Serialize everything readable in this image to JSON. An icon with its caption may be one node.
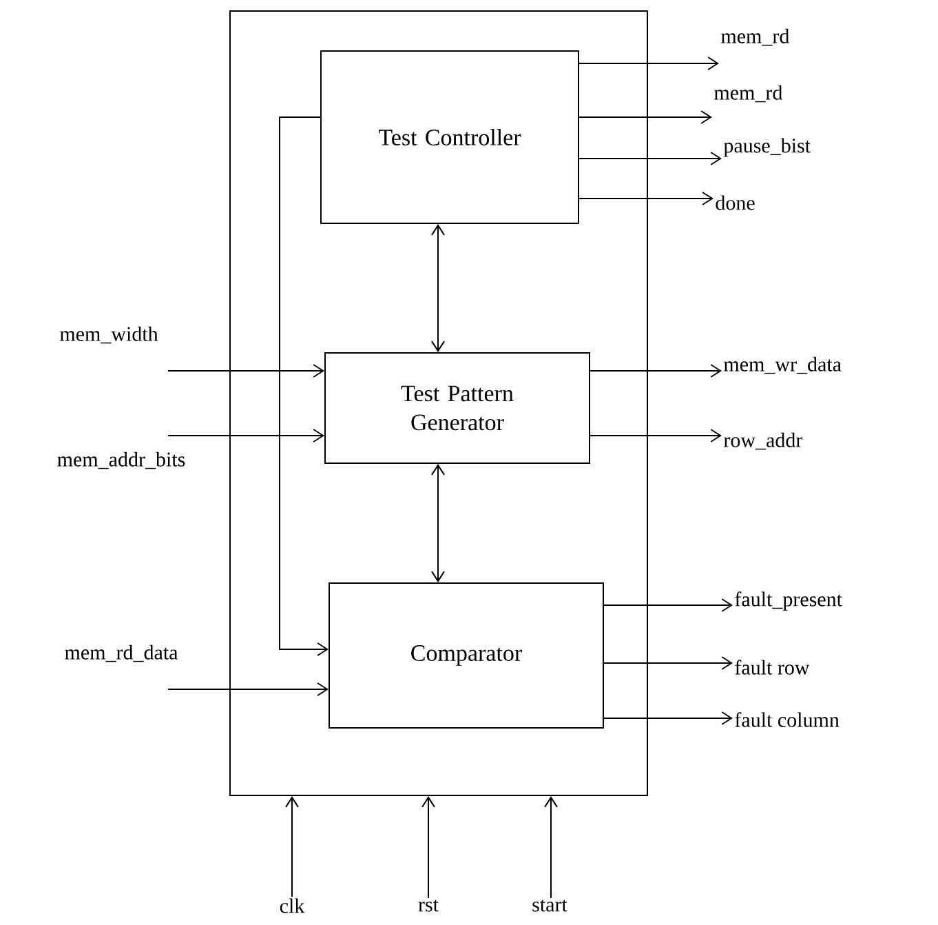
{
  "diagram": {
    "nodes": [
      {
        "text": [],
        "shape": "box"
      },
      {
        "text": [
          "Test Controller"
        ],
        "in": 0
      },
      {
        "text": [
          "Test Pattern Generator"
        ],
        "in": 0
      },
      {
        "text": [
          "Comparator"
        ],
        "in": 0
      },
      {
        "text": [
          "mem_rd"
        ]
      },
      {
        "text": [
          "mem_rd"
        ]
      },
      {
        "text": [
          "pause_bist"
        ]
      },
      {
        "text": [
          "done"
        ]
      },
      {
        "text": [
          "mem_width"
        ]
      },
      {
        "text": [
          "mem_addr_bits"
        ]
      },
      {
        "text": [
          "mem_wr_data"
        ]
      },
      {
        "text": [
          "row_addr"
        ]
      },
      {
        "text": [
          "fault_present"
        ]
      },
      {
        "text": [
          "fault row"
        ]
      },
      {
        "text": [
          "fault column"
        ]
      },
      {
        "text": [
          "mem_rd_data"
        ]
      },
      {
        "text": [
          "clk"
        ]
      },
      {
        "text": [
          "rst"
        ]
      },
      {
        "text": [
          "start"
        ]
      }
    ],
    "edges": [
      {
        "from": 1,
        "to": 4,
        "arrow": "to"
      },
      {
        "from": 1,
        "to": 5,
        "arrow": "to"
      },
      {
        "from": 1,
        "to": 6,
        "arrow": "to"
      },
      {
        "from": 1,
        "to": 7,
        "arrow": "to"
      },
      {
        "from": 1,
        "to": 2,
        "arrow": "both"
      },
      {
        "from": 8,
        "to": 2,
        "arrow": "to"
      },
      {
        "from": 9,
        "to": 2,
        "arrow": "to"
      },
      {
        "from": 2,
        "to": 10,
        "arrow": "to"
      },
      {
        "from": 2,
        "to": 11,
        "arrow": "to"
      },
      {
        "from": 2,
        "to": 3,
        "arrow": "both"
      },
      {
        "from": 1,
        "to": 3,
        "arrow": "to"
      },
      {
        "from": 15,
        "to": 3,
        "arrow": "to"
      },
      {
        "from": 3,
        "to": 12,
        "arrow": "to"
      },
      {
        "from": 3,
        "to": 13,
        "arrow": "to"
      },
      {
        "from": 3,
        "to": 14,
        "arrow": "to"
      },
      {
        "from": 16,
        "to": 0,
        "arrow": "to"
      },
      {
        "from": 17,
        "to": 0,
        "arrow": "to"
      },
      {
        "from": 18,
        "to": 0,
        "arrow": "to"
      }
    ]
  }
}
